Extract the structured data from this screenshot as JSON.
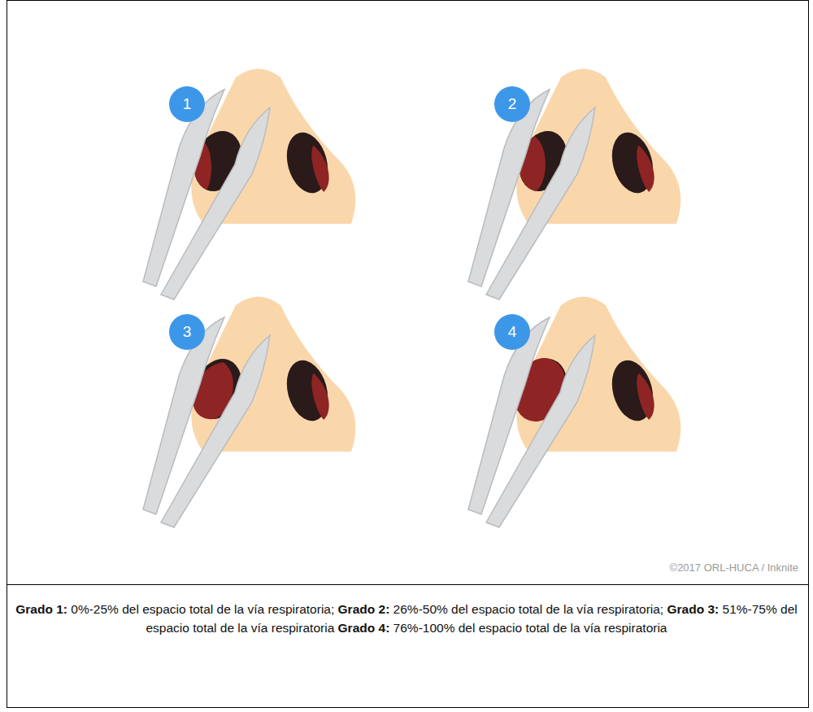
{
  "diagram": {
    "caption": "Grado 1: 0%-25% del espacio total de la vía respiratoria; Grado 2: 26%-50% del espacio total de la vía respiratoria; Grado 3: 51%-75% del espacio total de la vía respiratoria Grado 4: 76%-100% del espacio total de la vía respiratoria",
    "nodes": [
      {
        "text": [
          "1"
        ]
      },
      {
        "text": [
          "2"
        ]
      },
      {
        "text": [
          "3"
        ]
      },
      {
        "text": [
          "4"
        ]
      }
    ],
    "labels": [
      "©2017 ORL-HUCA / Inknite"
    ]
  }
}
